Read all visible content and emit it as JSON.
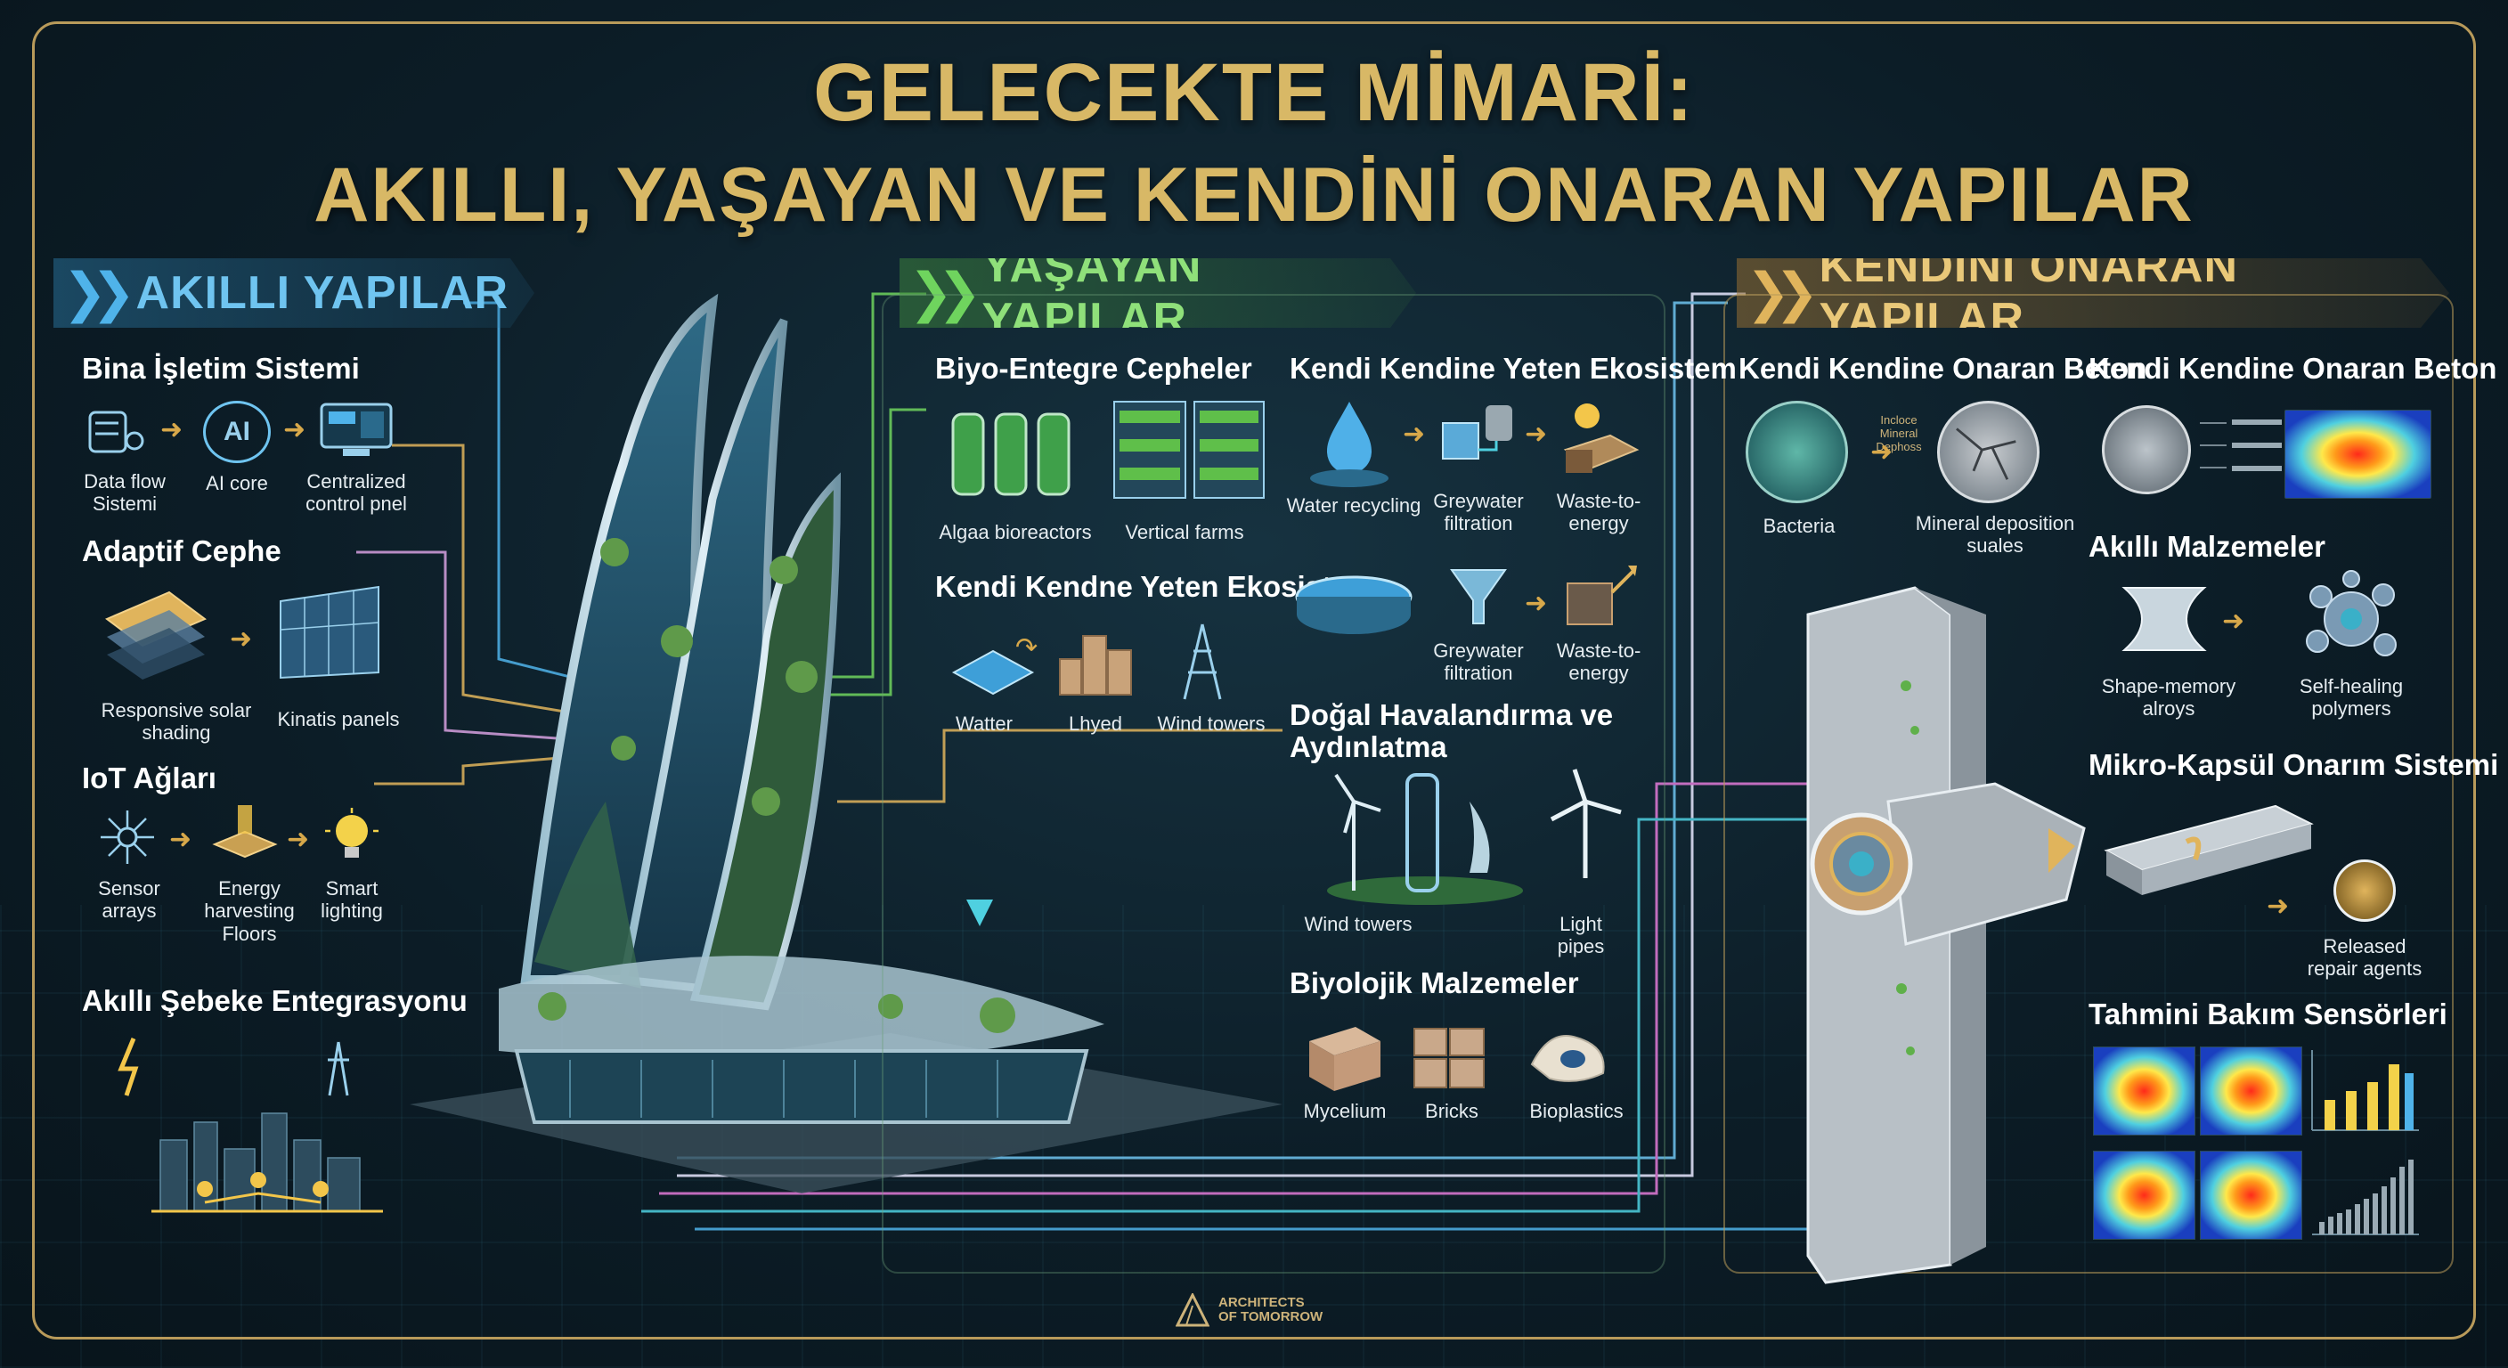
{
  "title": {
    "line1": "GELECEKTE MİMARİ:",
    "line2": "AKILLI, YAŞAYAN VE KENDİNİ ONARAN YAPILAR"
  },
  "colors": {
    "gold": "#d8b866",
    "blue": "#6fc4f0",
    "green": "#8fe07a",
    "background": "#0c1d27"
  },
  "smart": {
    "banner": "AKILLI YAPILAR",
    "bina": {
      "title": "Bina İşletim Sistemi",
      "items": [
        "Data flow\nSistemi",
        "AI core",
        "Centralized\ncontrol pnel"
      ],
      "ai_text": "AI"
    },
    "adaptif": {
      "title": "Adaptif Cephe",
      "items": [
        "Responsive solar\nshading",
        "Kinatis panels"
      ]
    },
    "iot": {
      "title": "IoT Ağları",
      "items": [
        "Sensor\narrays",
        "Energy\nharvesting\nFloors",
        "Smart\nlighting"
      ]
    },
    "grid": {
      "title": "Akıllı Şebeke Entegrasyonu"
    }
  },
  "living": {
    "banner": "YAŞAYAN YAPILAR",
    "bio": {
      "title": "Biyo-Entegre Cepheler",
      "items": [
        "Algaa bioreactors",
        "Vertical farms"
      ]
    },
    "eco1": {
      "title": "Kendi Kendine Yeten Ekosistem",
      "items": [
        "Water recycling",
        "Greywater\nfiltration",
        "Waste-to-\nenergy"
      ]
    },
    "eco2": {
      "title": "Kendi Kendne Yeten Ekosistem",
      "items": [
        "Watter",
        "Lhyed",
        "Wind towers"
      ]
    },
    "eco3": {
      "items": [
        "Greywater\nfiltration",
        "Waste-to-\nenergy"
      ]
    },
    "natural": {
      "title": "Doğal Havalandırma ve\nAydınlatma",
      "items": [
        "Wind towers",
        "Light\npipes"
      ]
    },
    "biomat": {
      "title": "Biyolojik Malzemeler",
      "items": [
        "Mycelium",
        "Bricks",
        "Bioplastics"
      ]
    }
  },
  "healing": {
    "banner": "KENDİNİ ONARAN YAPILAR",
    "beton1": {
      "title": "Kendi Kendine Onaran Beton",
      "items": [
        "Bacteria",
        "Mineral deposition\nsuales"
      ],
      "arrow_note": "Incloce\nMineral\nDephoss"
    },
    "beton2": {
      "title": "Kendi Kendine Onaran Beton"
    },
    "smartmat": {
      "title": "Akıllı Malzemeler",
      "items": [
        "Shape-memory\nalroys",
        "Self-healing\npolymers"
      ]
    },
    "capsule": {
      "title": "Mikro-Kapsül Onarım Sistemi",
      "items": [
        "Released\nrepair agents"
      ]
    },
    "sensors": {
      "title": "Tahmini Bakım Sensörleri"
    }
  },
  "footer": {
    "line1": "ARCHITECTS",
    "line2": "OF TOMORROW"
  }
}
